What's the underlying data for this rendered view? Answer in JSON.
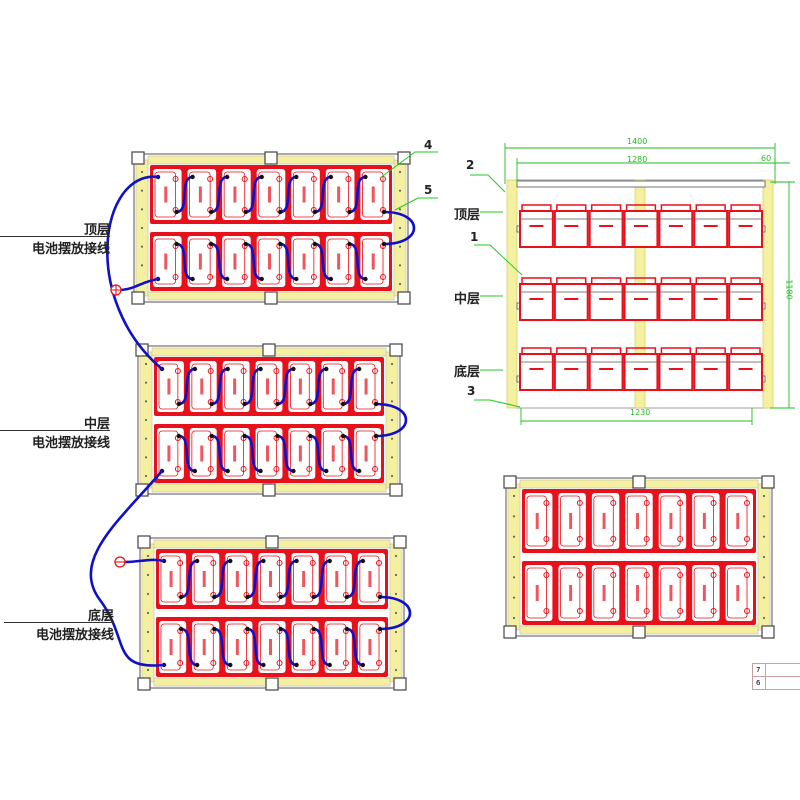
{
  "title": "Battery rack wiring layout",
  "layers": [
    {
      "name": "顶层",
      "subtitle": "电池摆放接线",
      "terminal_symbol": "⊕",
      "terminal_polarity": "positive"
    },
    {
      "name": "中层",
      "subtitle": "电池摆放接线"
    },
    {
      "name": "底层",
      "subtitle": "电池摆放接线",
      "terminal_symbol": "⊖",
      "terminal_polarity": "negative"
    }
  ],
  "front_view": {
    "labels": {
      "top": "顶层",
      "middle": "中层",
      "bottom": "底层"
    },
    "callouts": [
      "1",
      "2",
      "3"
    ],
    "dimensions": {
      "overall_width": "1400",
      "inner_width": "1280",
      "side_gap": "60",
      "height": "1180",
      "base_width": "1230"
    }
  },
  "top_view_callouts": [
    "4",
    "5"
  ],
  "batteries_per_row": 7,
  "rows_per_layer": 2,
  "title_block": {
    "rows": [
      "7",
      "6"
    ]
  },
  "colors": {
    "battery": "#e8101a",
    "cable": "#1010c8",
    "frame": "#f5f0a0",
    "dimension": "#22bb22",
    "leader": "#22cc22"
  }
}
